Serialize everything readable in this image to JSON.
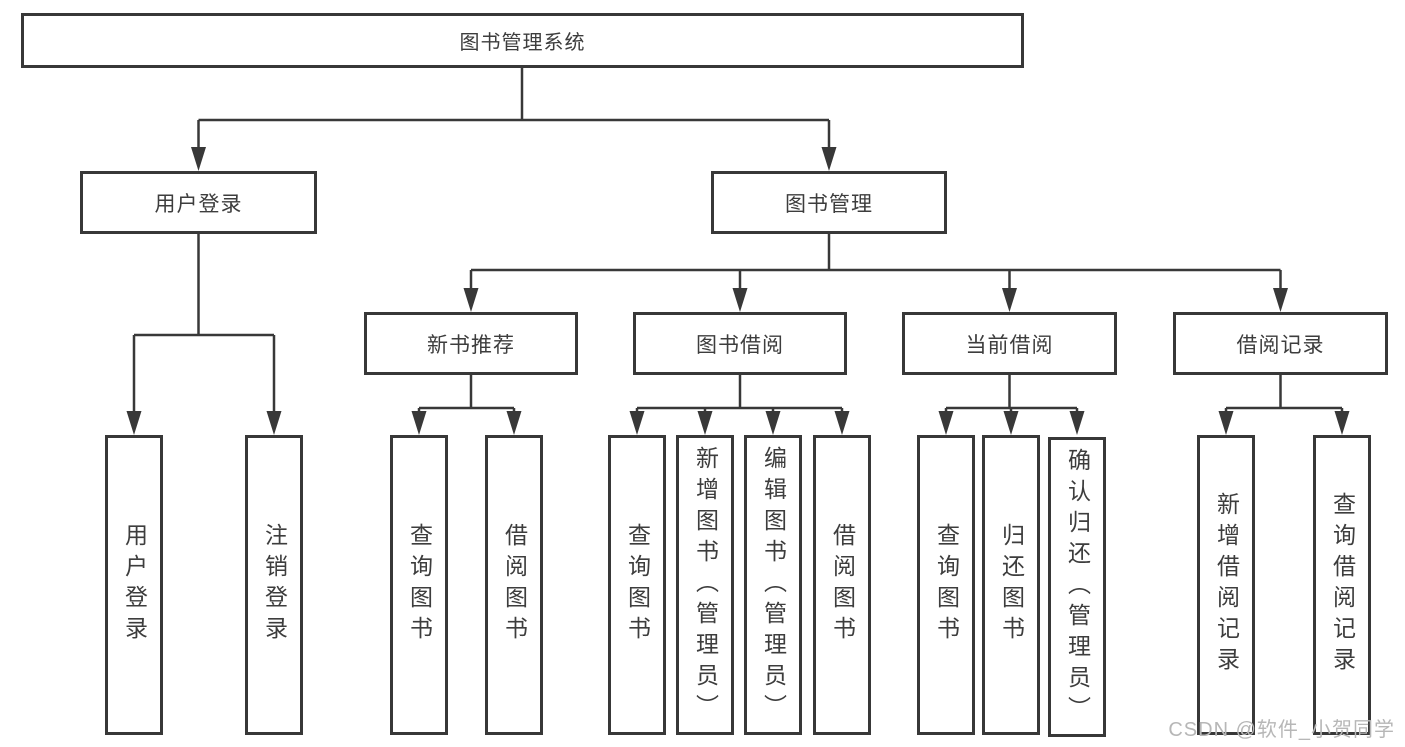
{
  "diagram": {
    "root": {
      "label": "图书管理系统"
    },
    "login_branch": {
      "label": "用户登录",
      "children": [
        {
          "label": "用户登录"
        },
        {
          "label": "注销登录"
        }
      ]
    },
    "mgmt_branch": {
      "label": "图书管理",
      "sections": [
        {
          "label": "新书推荐",
          "children": [
            {
              "label": "查询图书"
            },
            {
              "label": "借阅图书"
            }
          ]
        },
        {
          "label": "图书借阅",
          "children": [
            {
              "label": "查询图书"
            },
            {
              "label": "新增图书（管理员）"
            },
            {
              "label": "编辑图书（管理员）"
            },
            {
              "label": "借阅图书"
            }
          ]
        },
        {
          "label": "当前借阅",
          "children": [
            {
              "label": "查询图书"
            },
            {
              "label": "归还图书"
            },
            {
              "label": "确认归还（管理员）"
            }
          ]
        },
        {
          "label": "借阅记录",
          "children": [
            {
              "label": "新增借阅记录"
            },
            {
              "label": "查询借阅记录"
            }
          ]
        }
      ]
    }
  },
  "watermark": {
    "text": "CSDN @软件_小贺同学"
  },
  "colors": {
    "line": "#383838",
    "text": "#3d3d3d",
    "watermark": "#b7b7b7",
    "background": "#ffffff"
  }
}
